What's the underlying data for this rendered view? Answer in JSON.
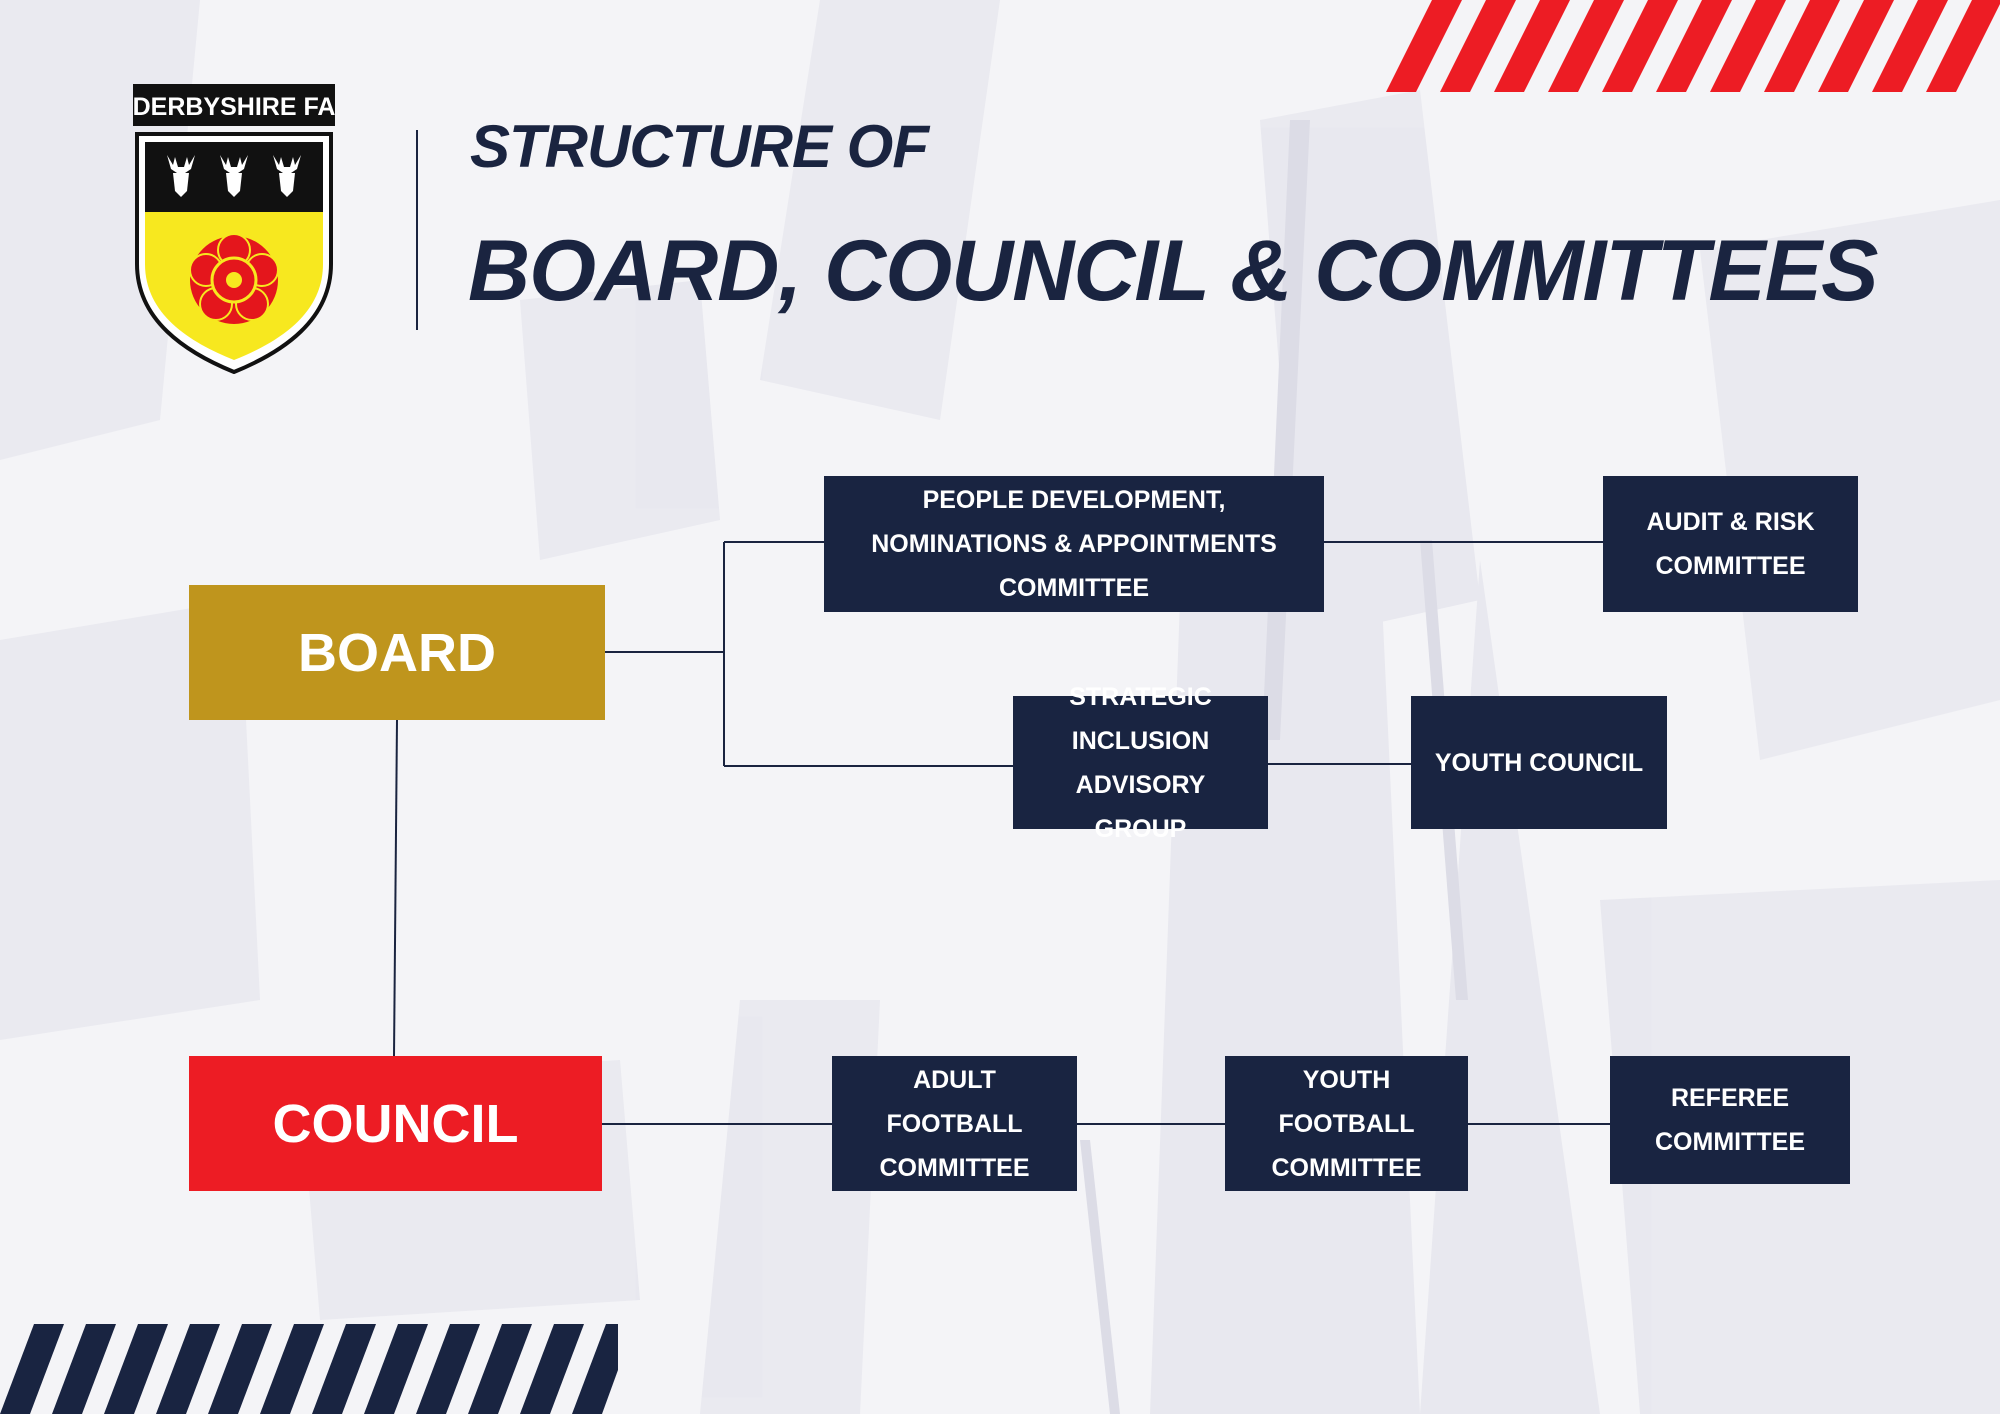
{
  "crest": {
    "label": "DERBYSHIRE FA",
    "colors": {
      "black": "#111111",
      "yellow": "#f7e81f",
      "rose_red": "#e4161c",
      "border": "#1a2440"
    }
  },
  "header": {
    "title_line1": "STRUCTURE OF",
    "title_line2": "BOARD, COUNCIL & COMMITTEES"
  },
  "colors": {
    "navy": "#192441",
    "board_gold": "#bf951d",
    "council_red": "#ed1c24",
    "stripe_red": "#ed1c24",
    "stripe_navy": "#192441"
  },
  "diagram": {
    "nodes": {
      "board": "BOARD",
      "council": "COUNCIL",
      "people_development": "PEOPLE DEVELOPMENT, NOMINATIONS & APPOINTMENTS COMMITTEE",
      "audit_risk": "AUDIT & RISK COMMITTEE",
      "strategic_inclusion": "STRATEGIC INCLUSION ADVISORY GROUP",
      "youth_council": "YOUTH COUNCIL",
      "adult_football": "ADULT FOOTBALL COMMITTEE",
      "youth_football": "YOUTH FOOTBALL COMMITTEE",
      "referee": "REFEREE COMMITTEE"
    },
    "edges": [
      [
        "board",
        "people_development"
      ],
      [
        "board",
        "strategic_inclusion"
      ],
      [
        "people_development",
        "audit_risk"
      ],
      [
        "strategic_inclusion",
        "youth_council"
      ],
      [
        "board",
        "council"
      ],
      [
        "council",
        "adult_football"
      ],
      [
        "adult_football",
        "youth_football"
      ],
      [
        "youth_football",
        "referee"
      ]
    ]
  }
}
